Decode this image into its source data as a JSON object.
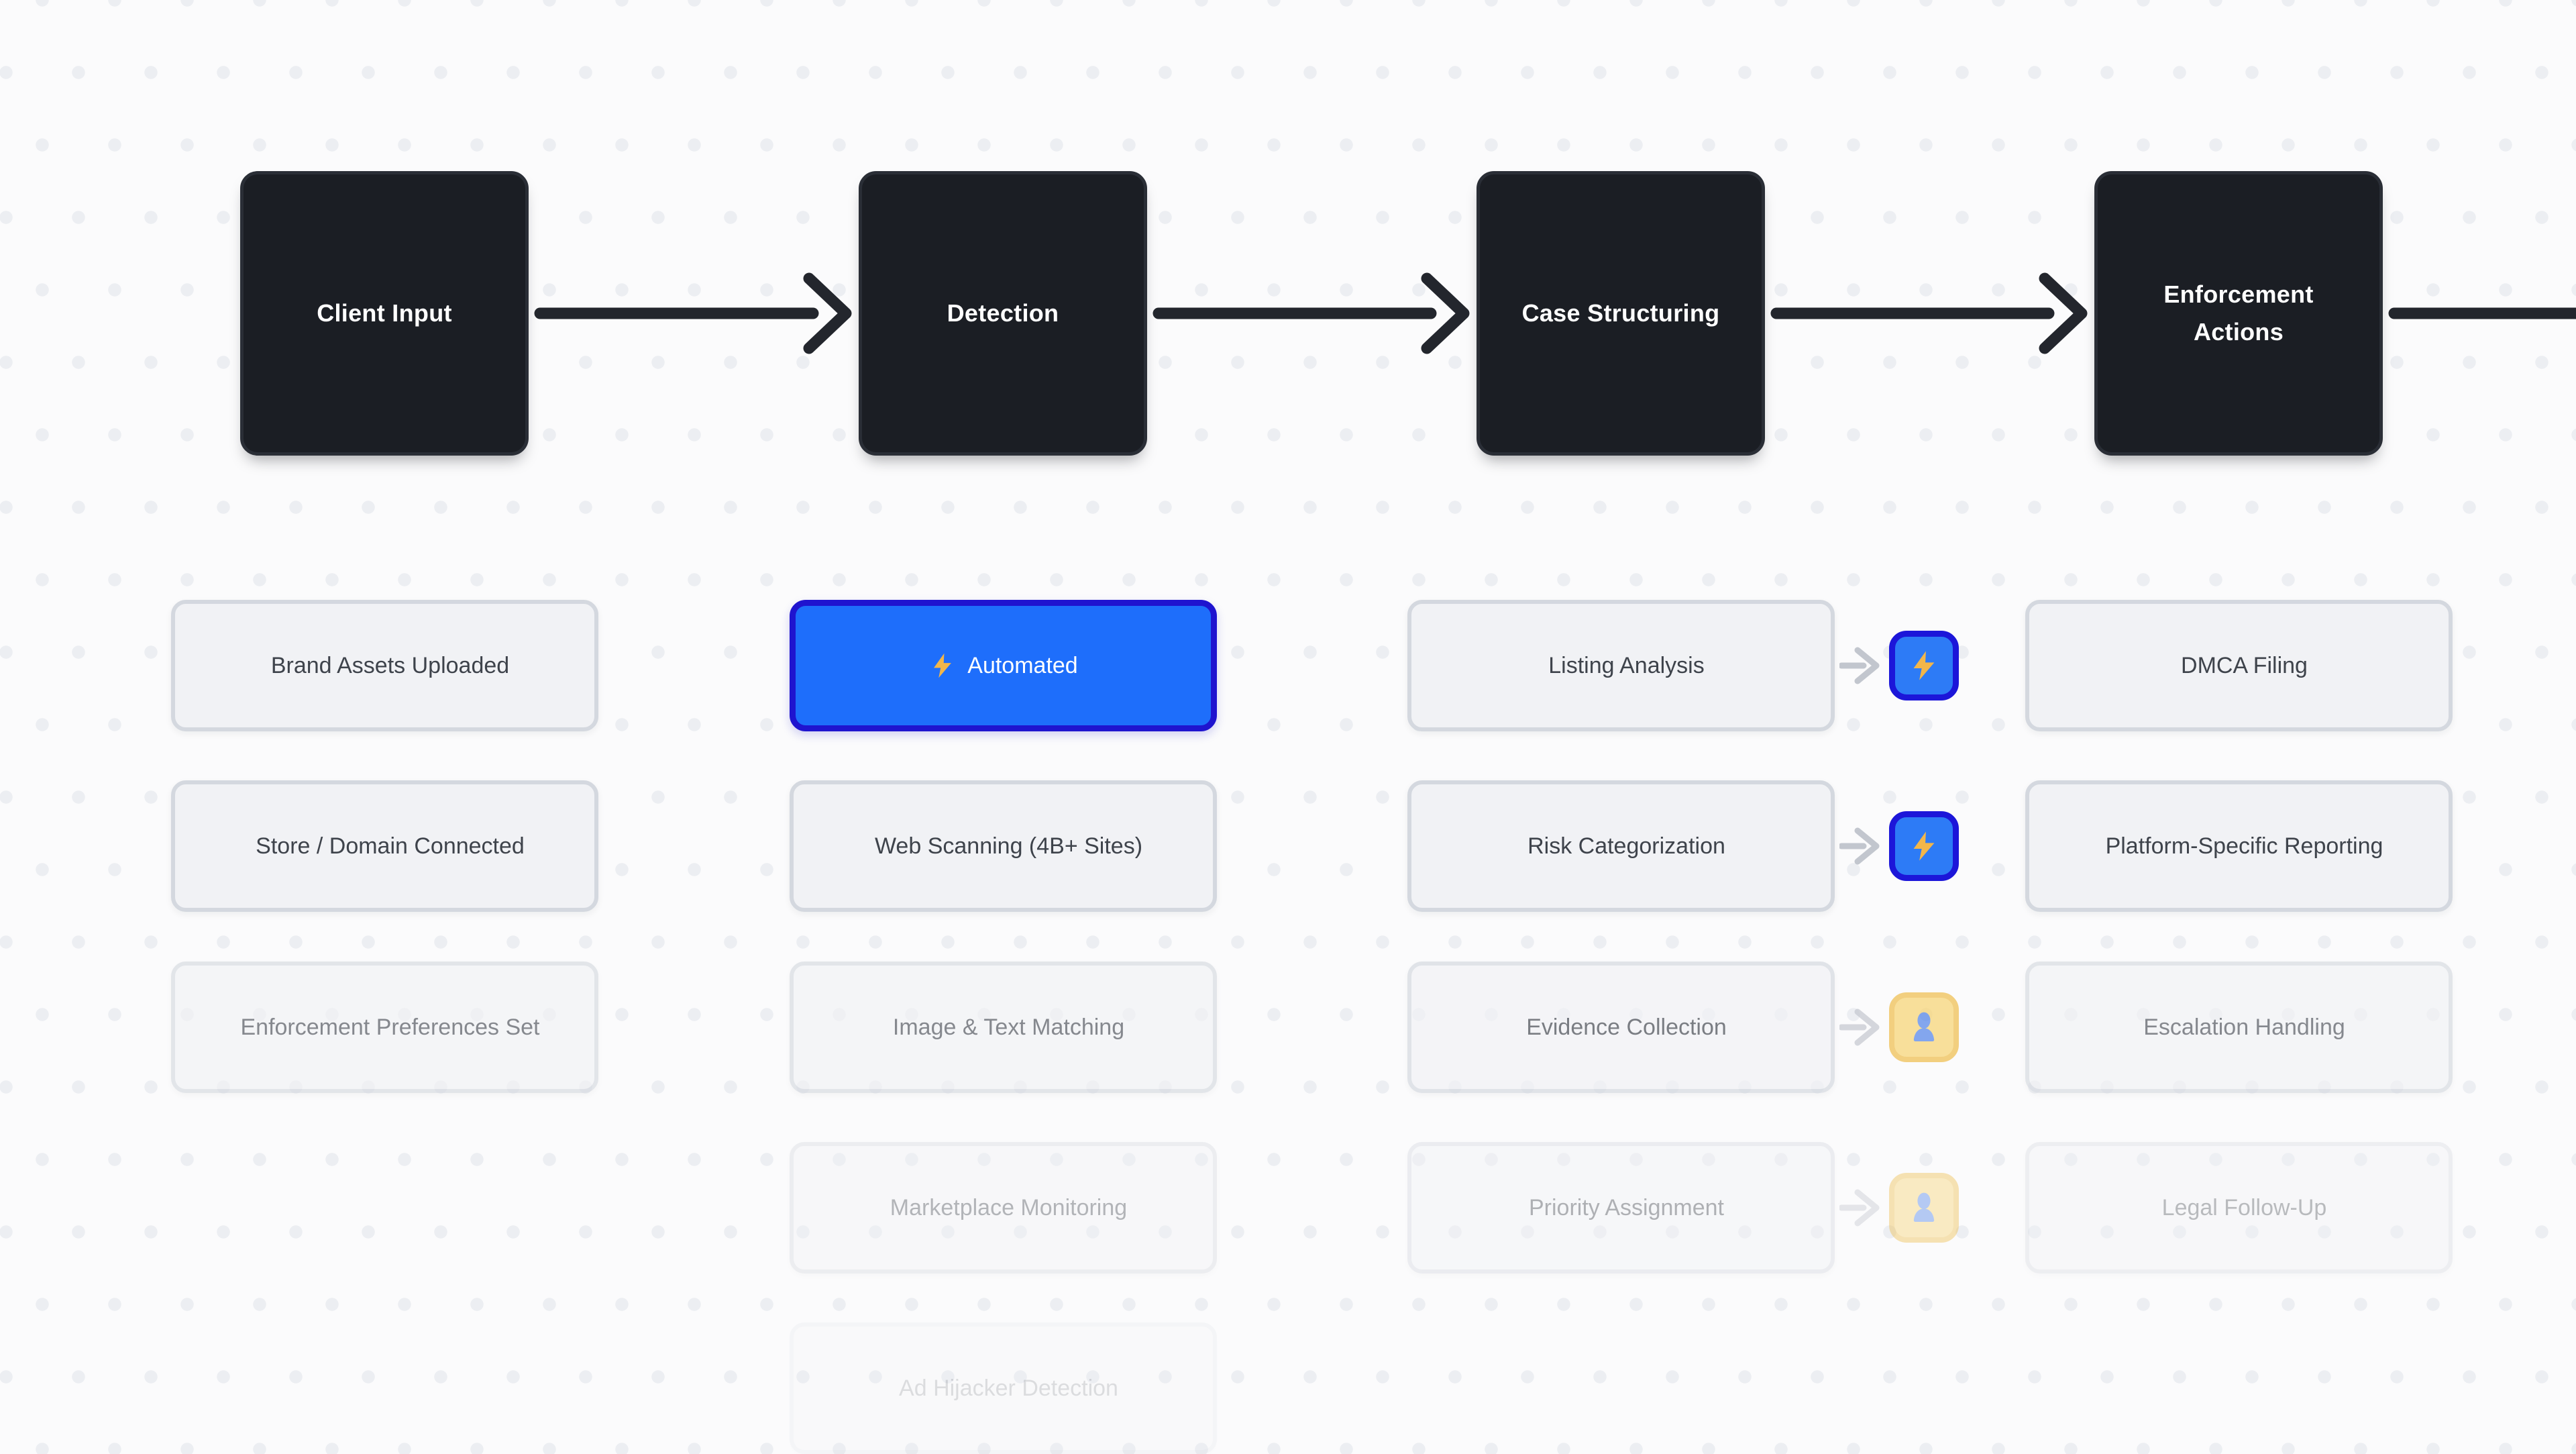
{
  "stages": [
    {
      "label": "Client Input"
    },
    {
      "label": "Detection"
    },
    {
      "label": "Case Structuring"
    },
    {
      "label": "Enforcement Actions"
    }
  ],
  "columns": [
    {
      "stage": "client-input",
      "cards": [
        {
          "label": "Brand Assets Uploaded",
          "opacity": 1
        },
        {
          "label": "Store / Domain Connected",
          "opacity": 1
        },
        {
          "label": "Enforcement Preferences Set",
          "opacity": 0.62
        }
      ]
    },
    {
      "stage": "detection",
      "cards": [
        {
          "label": "Automated",
          "variant": "highlight",
          "icon": "zap-icon",
          "opacity": 1
        },
        {
          "label": "Web Scanning (4B+ Sites)",
          "opacity": 1
        },
        {
          "label": "Image & Text Matching",
          "opacity": 0.62
        },
        {
          "label": "Marketplace Monitoring",
          "opacity": 0.38
        },
        {
          "label": "Ad Hijacker Detection",
          "opacity": 0.16
        }
      ]
    },
    {
      "stage": "case-structuring",
      "cards": [
        {
          "label": "Listing Analysis",
          "badge": "zap-icon",
          "opacity": 1
        },
        {
          "label": "Risk Categorization",
          "badge": "zap-icon",
          "opacity": 1
        },
        {
          "label": "Evidence Collection",
          "badge": "person-icon",
          "opacity": 0.68
        },
        {
          "label": "Priority Assignment",
          "badge": "person-icon",
          "opacity": 0.4
        }
      ]
    },
    {
      "stage": "enforcement-actions",
      "cards": [
        {
          "label": "DMCA Filing",
          "opacity": 1
        },
        {
          "label": "Platform-Specific Reporting",
          "opacity": 1
        },
        {
          "label": "Escalation Handling",
          "opacity": 0.62
        },
        {
          "label": "Legal Follow-Up",
          "opacity": 0.35
        }
      ]
    }
  ],
  "colors": {
    "background": "#fbfbfc",
    "dot": "#eceef2",
    "stage_fill": "#1b1e24",
    "stage_border": "#2a2e36",
    "stage_text": "#ffffff",
    "card_fill": "#f1f2f5",
    "card_border": "#d4d8df",
    "card_text": "#3e434b",
    "highlight_fill": "#1e6efb",
    "highlight_border": "#1f14cf",
    "highlight_text": "#ffffff",
    "zap_badge_fill": "#2d7bf6",
    "zap_badge_border": "#1c16d9",
    "bolt": "#f2b64a",
    "person_badge_fill": "#f8d36c",
    "person_badge_border": "#eebb45",
    "person": "#4b7fe8",
    "arrow": "#23262d",
    "mini_arrow": "#c2c6ce"
  }
}
